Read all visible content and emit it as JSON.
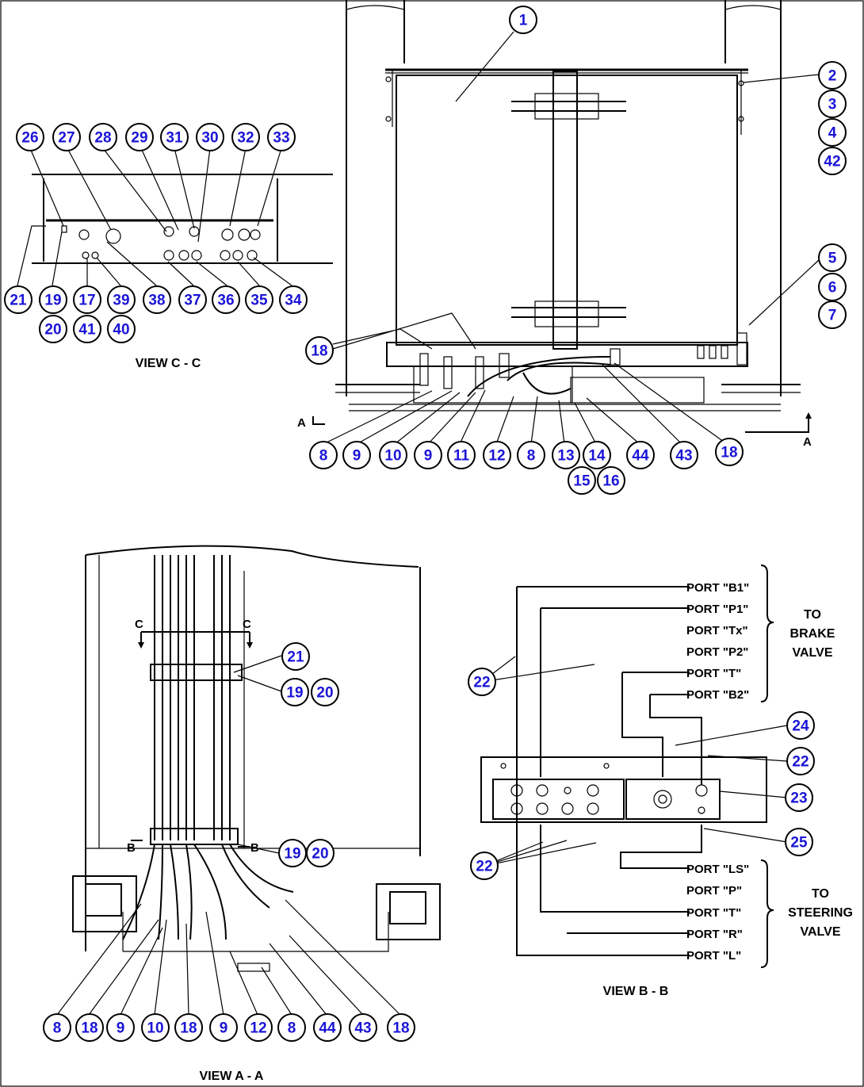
{
  "views": {
    "view_cc": "VIEW C - C",
    "view_aa": "VIEW A - A",
    "view_bb": "VIEW B - B"
  },
  "section_marks": {
    "a_left": "A",
    "a_right": "A",
    "c_left": "C",
    "c_right": "C",
    "b_left": "B",
    "b_right": "B"
  },
  "ports": {
    "b1": "PORT \"B1\"",
    "p1": "PORT \"P1\"",
    "tx": "PORT \"Tx\"",
    "p2": "PORT \"P2\"",
    "t": "PORT \"T\"",
    "b2": "PORT \"B2\"",
    "ls": "PORT \"LS\"",
    "p": "PORT \"P\"",
    "t2": "PORT \"T\"",
    "r": "PORT \"R\"",
    "l": "PORT \"L\""
  },
  "groups": {
    "brake_1": "TO",
    "brake_2": "BRAKE",
    "brake_3": "VALVE",
    "steer_1": "TO",
    "steer_2": "STEERING",
    "steer_3": "VALVE"
  },
  "callouts": [
    {
      "id": "c1",
      "label": "1"
    },
    {
      "id": "c2",
      "label": "2"
    },
    {
      "id": "c3",
      "label": "3"
    },
    {
      "id": "c4",
      "label": "4"
    },
    {
      "id": "c42",
      "label": "42"
    },
    {
      "id": "c5",
      "label": "5"
    },
    {
      "id": "c6",
      "label": "6"
    },
    {
      "id": "c7",
      "label": "7"
    },
    {
      "id": "c18a",
      "label": "18"
    },
    {
      "id": "c8a",
      "label": "8"
    },
    {
      "id": "c9a",
      "label": "9"
    },
    {
      "id": "c10a",
      "label": "10"
    },
    {
      "id": "c9b",
      "label": "9"
    },
    {
      "id": "c11",
      "label": "11"
    },
    {
      "id": "c12a",
      "label": "12"
    },
    {
      "id": "c8b",
      "label": "8"
    },
    {
      "id": "c13",
      "label": "13"
    },
    {
      "id": "c14",
      "label": "14"
    },
    {
      "id": "c44a",
      "label": "44"
    },
    {
      "id": "c43a",
      "label": "43"
    },
    {
      "id": "c18b",
      "label": "18"
    },
    {
      "id": "c15",
      "label": "15"
    },
    {
      "id": "c16",
      "label": "16"
    },
    {
      "id": "c26",
      "label": "26"
    },
    {
      "id": "c27",
      "label": "27"
    },
    {
      "id": "c28",
      "label": "28"
    },
    {
      "id": "c29",
      "label": "29"
    },
    {
      "id": "c31",
      "label": "31"
    },
    {
      "id": "c30",
      "label": "30"
    },
    {
      "id": "c32",
      "label": "32"
    },
    {
      "id": "c33",
      "label": "33"
    },
    {
      "id": "c21a",
      "label": "21"
    },
    {
      "id": "c19a",
      "label": "19"
    },
    {
      "id": "c17",
      "label": "17"
    },
    {
      "id": "c39",
      "label": "39"
    },
    {
      "id": "c38",
      "label": "38"
    },
    {
      "id": "c37",
      "label": "37"
    },
    {
      "id": "c36",
      "label": "36"
    },
    {
      "id": "c35",
      "label": "35"
    },
    {
      "id": "c34",
      "label": "34"
    },
    {
      "id": "c20a",
      "label": "20"
    },
    {
      "id": "c41",
      "label": "41"
    },
    {
      "id": "c40",
      "label": "40"
    },
    {
      "id": "c21b",
      "label": "21"
    },
    {
      "id": "c19b",
      "label": "19"
    },
    {
      "id": "c20b",
      "label": "20"
    },
    {
      "id": "c19c",
      "label": "19"
    },
    {
      "id": "c20c",
      "label": "20"
    },
    {
      "id": "c8c",
      "label": "8"
    },
    {
      "id": "c18c",
      "label": "18"
    },
    {
      "id": "c9c",
      "label": "9"
    },
    {
      "id": "c10b",
      "label": "10"
    },
    {
      "id": "c18d",
      "label": "18"
    },
    {
      "id": "c9d",
      "label": "9"
    },
    {
      "id": "c12b",
      "label": "12"
    },
    {
      "id": "c8d",
      "label": "8"
    },
    {
      "id": "c44b",
      "label": "44"
    },
    {
      "id": "c43b",
      "label": "43"
    },
    {
      "id": "c18e",
      "label": "18"
    },
    {
      "id": "c22a",
      "label": "22"
    },
    {
      "id": "c24",
      "label": "24"
    },
    {
      "id": "c22b",
      "label": "22"
    },
    {
      "id": "c23",
      "label": "23"
    },
    {
      "id": "c25",
      "label": "25"
    },
    {
      "id": "c22c",
      "label": "22"
    }
  ]
}
